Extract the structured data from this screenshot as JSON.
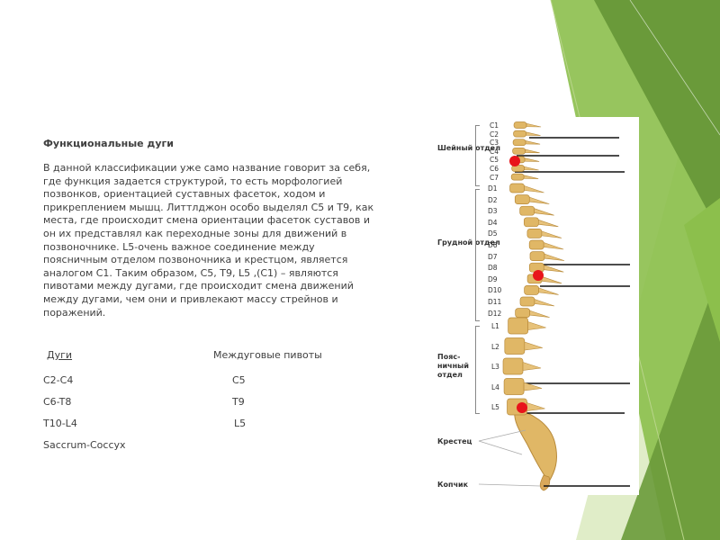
{
  "slide": {
    "title": "Функциональные дуги",
    "paragraph": "В данной классификации уже само название говорит за себя, где функция задается структурой, то есть морфологией позвонков, ориентацией суставных фасеток, ходом и прикреплением мышц. Литтлджон особо выделял С5 и Т9, как места, где происходит смена ориентации фасеток суставов и он их представлял как переходные зоны для движений в позвоночнике. L5-очень важное соединение между поясничным отделом позвоночника и крестцом, является аналогом С1. Таким образом, С5, Т9, L5 ,(С1) – являются пивотами между дугами, где происходит смена движений между дугами, чем они и привлекают массу стрейнов и поражений.",
    "table": {
      "headers": [
        "Дуги",
        "Междуговые пивоты"
      ],
      "rows": [
        [
          "C2-C4",
          "C5"
        ],
        [
          "C6-T8",
          "T9"
        ],
        [
          "T10-L4",
          "L5"
        ],
        [
          "Saccrum-Coccyx",
          ""
        ]
      ]
    }
  },
  "figure": {
    "sections": {
      "cervical": "Шейный отдел",
      "thoracic": "Грудной отдел",
      "lumbar": "Пояс-ничный отдел",
      "sacrum": "Крестец",
      "coccyx": "Копчик"
    },
    "cervical_labels": [
      "C1",
      "C2",
      "C3",
      "C4",
      "C5",
      "C6",
      "C7"
    ],
    "thoracic_labels": [
      "D1",
      "D2",
      "D3",
      "D4",
      "D5",
      "D6",
      "D7",
      "D8",
      "D9",
      "D10",
      "D11",
      "D12"
    ],
    "lumbar_labels": [
      "L1",
      "L2",
      "L3",
      "L4",
      "L5"
    ]
  },
  "colors": {
    "green_dark": "#6a9a3a",
    "green_mid": "#8cbf4c",
    "green_light": "#c6df9b",
    "bone": "#e0b766",
    "pivot_marker": "#e8141b"
  }
}
